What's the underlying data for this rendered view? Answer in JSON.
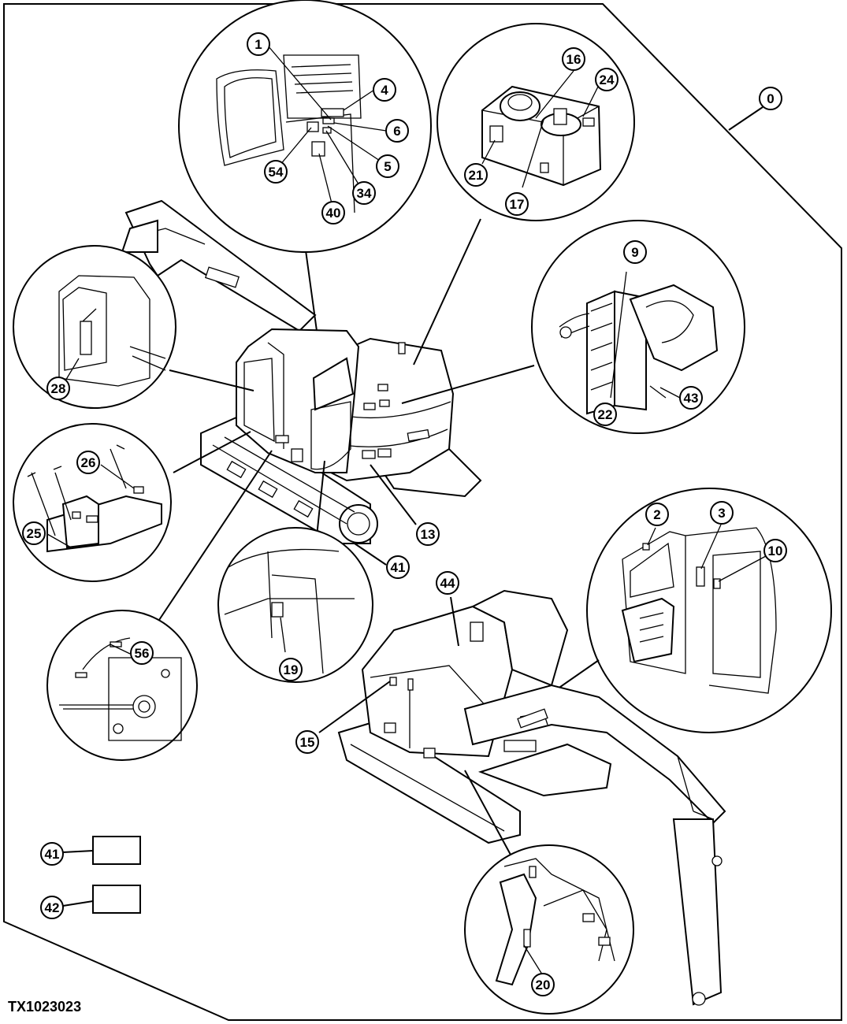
{
  "figure_id": "TX1023023",
  "callouts": {
    "c0": "0",
    "c1": "1",
    "c2": "2",
    "c3": "3",
    "c4": "4",
    "c5": "5",
    "c6": "6",
    "c9": "9",
    "c10": "10",
    "c13": "13",
    "c15": "15",
    "c16": "16",
    "c17": "17",
    "c19": "19",
    "c20": "20",
    "c21": "21",
    "c22": "22",
    "c24": "24",
    "c25": "25",
    "c26": "26",
    "c28": "28",
    "c34": "34",
    "c40": "40",
    "c41": "41",
    "c41b": "41",
    "c42": "42",
    "c43": "43",
    "c44": "44",
    "c54": "54",
    "c56": "56"
  }
}
